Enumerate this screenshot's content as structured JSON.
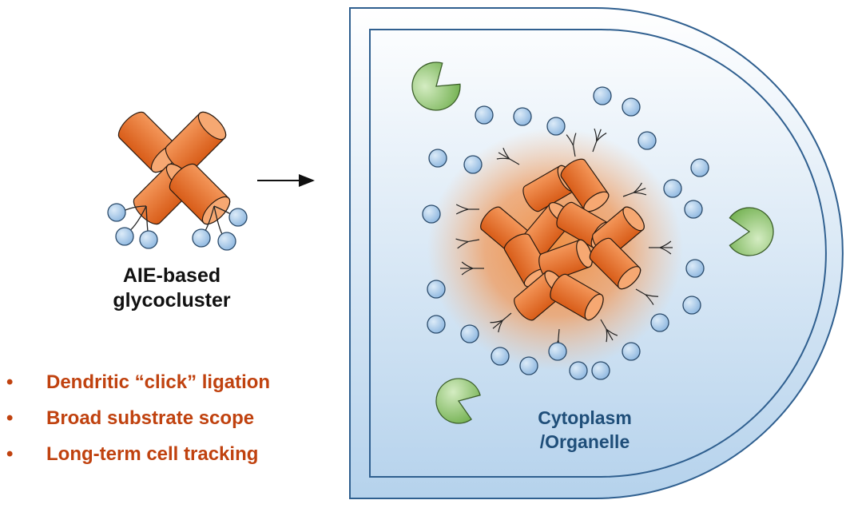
{
  "title_block": {
    "line1": "AIE-based",
    "line2": "glycocluster"
  },
  "features": [
    {
      "bullet": "•",
      "text": "Dendritic “click” ligation"
    },
    {
      "bullet": "•",
      "text": "Broad substrate scope"
    },
    {
      "bullet": "•",
      "text": "Long-term cell tracking"
    }
  ],
  "compartment": {
    "line1": "Cytoplasm",
    "line2": "/Organelle"
  },
  "colors": {
    "accent_text": "#c0420f",
    "compartment_text": "#1f4e79",
    "cylinder_fill": "#e8702a",
    "cylinder_dark": "#c24f12",
    "sugar_fill": "#9dc3e6",
    "lectin_fill": "#8fc46f",
    "cell_border": "#2f5f8f",
    "cell_fill_top": "#ffffff",
    "cell_fill_bottom": "#b9d4ec",
    "glow": "#f08a3a"
  },
  "icons": [
    "arrow-right-icon",
    "lectin-pacman-icon",
    "sugar-bead-icon",
    "cylinder-icon"
  ]
}
